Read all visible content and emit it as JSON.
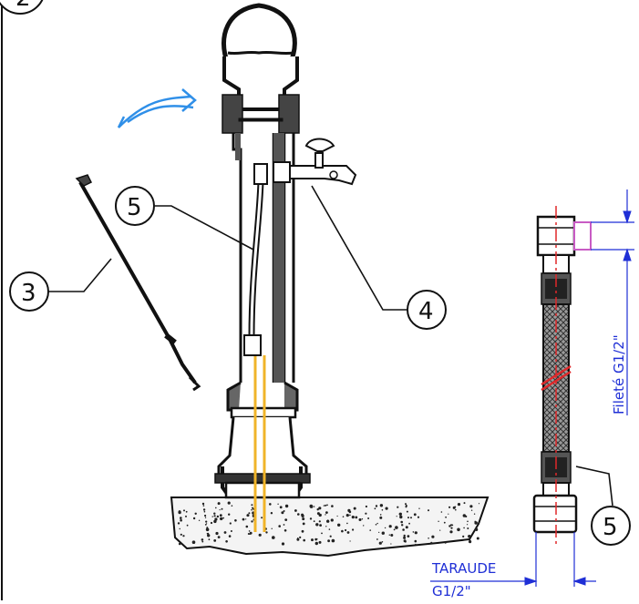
{
  "callouts": {
    "part3": "3",
    "part4": "4",
    "part5_pump": "5",
    "part5_hose": "5",
    "corner": "2"
  },
  "dimensions": {
    "threaded": "Fileté G1/2\"",
    "tapped_top": "TARAUDE",
    "tapped_bottom": "G1/2\""
  },
  "colors": {
    "line": "#111111",
    "dimension": "#1f2fd6",
    "centerline": "#e0282a",
    "tube": "#f0b429",
    "arrow": "#2f8fe8",
    "connector": "#c85bc4"
  }
}
